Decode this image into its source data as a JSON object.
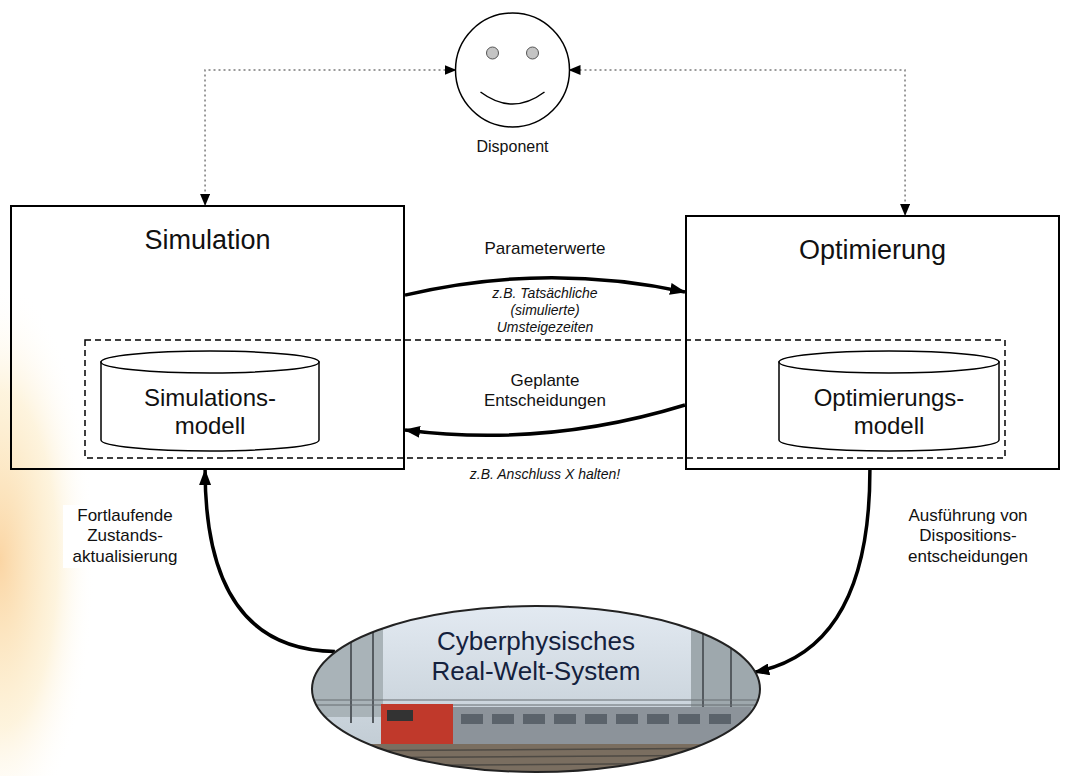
{
  "diagram": {
    "nodes": [
      {
        "text": [
          "Disponent"
        ]
      },
      {
        "text": [
          "Simulation"
        ]
      },
      {
        "text": [
          "Simulations- modell"
        ],
        "in": 1
      },
      {
        "text": [
          "Optimierung"
        ]
      },
      {
        "text": [
          "Optimierungs- modell"
        ],
        "in": 3
      },
      {
        "text": [
          "Cyberphysisches Real-Welt-System"
        ]
      }
    ],
    "edges": [
      {
        "from": 0,
        "to": 1,
        "arrow": "both"
      },
      {
        "from": 0,
        "to": 3,
        "arrow": "both"
      },
      {
        "from": 1,
        "to": 3,
        "label": "Parameterwerte",
        "arrow": "to"
      },
      {
        "from": 3,
        "to": 1,
        "label": "Geplante Entscheidungen",
        "arrow": "to"
      },
      {
        "from": 5,
        "to": 1,
        "label": "Fortlaufende Zustands- aktualisierung",
        "arrow": "to"
      },
      {
        "from": 3,
        "to": 5,
        "label": "Ausführung von Dispositions- entscheidungen",
        "arrow": "to"
      }
    ],
    "labels": [
      "z.B. Tatsächliche (simulierte) Umsteigezeiten",
      "z.B. Anschluss X halten!"
    ]
  }
}
